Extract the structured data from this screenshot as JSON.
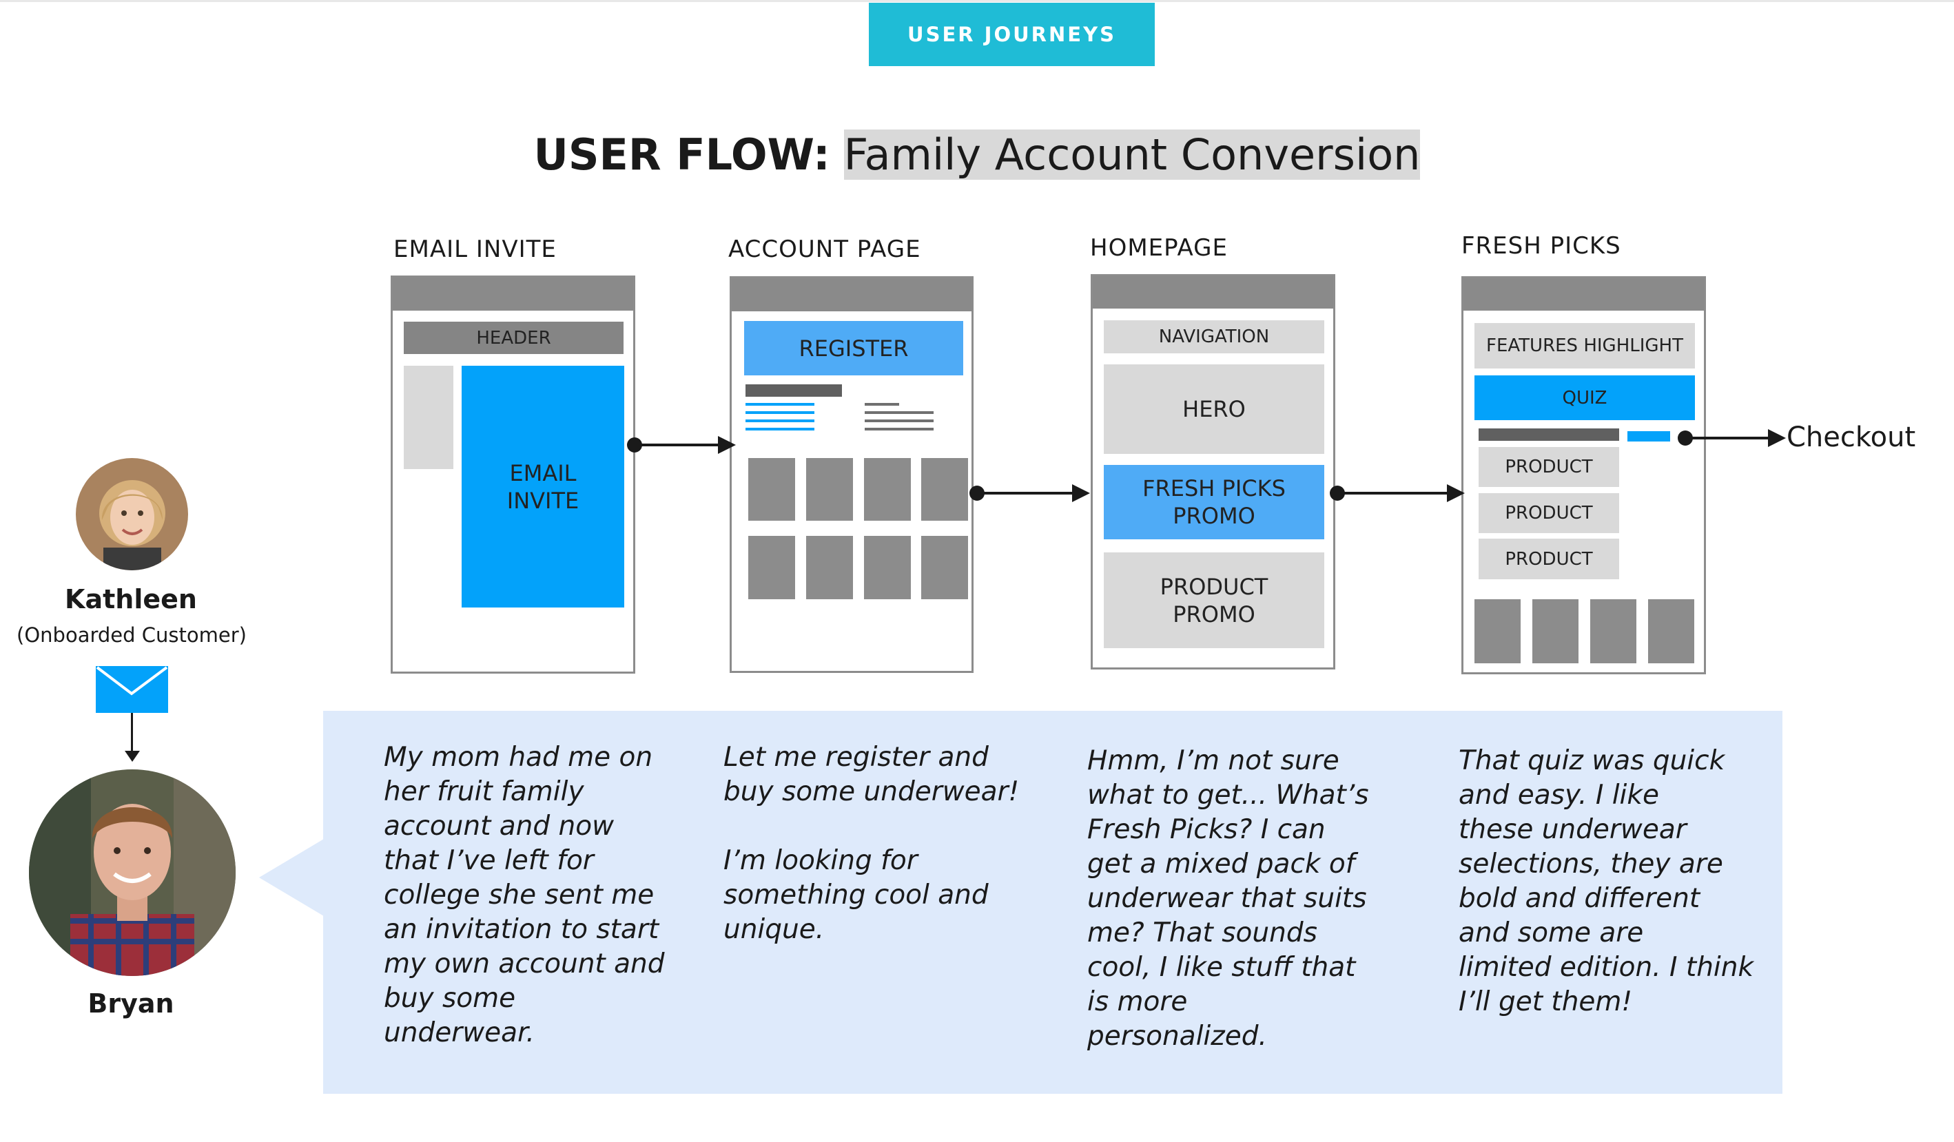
{
  "header": {
    "badge": "USER JOURNEYS",
    "title_strong": "USER FLOW:",
    "title_light": "Family Account Conversion"
  },
  "columns": [
    {
      "label": "EMAIL INVITE",
      "blocks": {
        "header": "HEADER",
        "main": "EMAIL\nINVITE"
      },
      "quote": "My mom had me on\nher fruit family\naccount and now\nthat I’ve left for\ncollege she sent me\nan invitation to start\nmy own account and\nbuy some\nunderwear."
    },
    {
      "label": "ACCOUNT PAGE",
      "blocks": {
        "register": "REGISTER"
      },
      "quote": "Let me register and\nbuy some underwear!\n\nI’m looking for\nsomething cool and\nunique."
    },
    {
      "label": "HOMEPAGE",
      "blocks": {
        "navigation": "NAVIGATION",
        "hero": "HERO",
        "promo": "FRESH PICKS\nPROMO",
        "product_promo": "PRODUCT\nPROMO"
      },
      "quote": "Hmm, I’m not sure\nwhat to get... What’s\nFresh Picks? I can\nget a mixed pack of\nunderwear that suits\nme? That sounds\ncool, I like stuff that\nis more\npersonalized."
    },
    {
      "label": "FRESH PICKS",
      "blocks": {
        "features": "FEATURES HIGHLIGHT",
        "quiz": "QUIZ",
        "products": [
          "PRODUCT",
          "PRODUCT",
          "PRODUCT"
        ]
      },
      "quote": "That quiz was quick\nand easy. I like\nthese underwear\nselections, they are\nbold and different\nand some are\nlimited edition. I think\nI’ll get them!"
    }
  ],
  "exit": {
    "label": "Checkout"
  },
  "personas": [
    {
      "name": "Kathleen",
      "role": "(Onboarded Customer)"
    },
    {
      "name": "Bryan"
    }
  ],
  "icons": {
    "envelope": "envelope-icon",
    "kathleen_avatar": "avatar",
    "bryan_avatar": "avatar"
  },
  "colors": {
    "badge": "#1fbcd6",
    "highlight": "#03a2fa",
    "panel": "#deeafb",
    "wire_dark": "#858585",
    "wire_light": "#d9d9d9"
  }
}
